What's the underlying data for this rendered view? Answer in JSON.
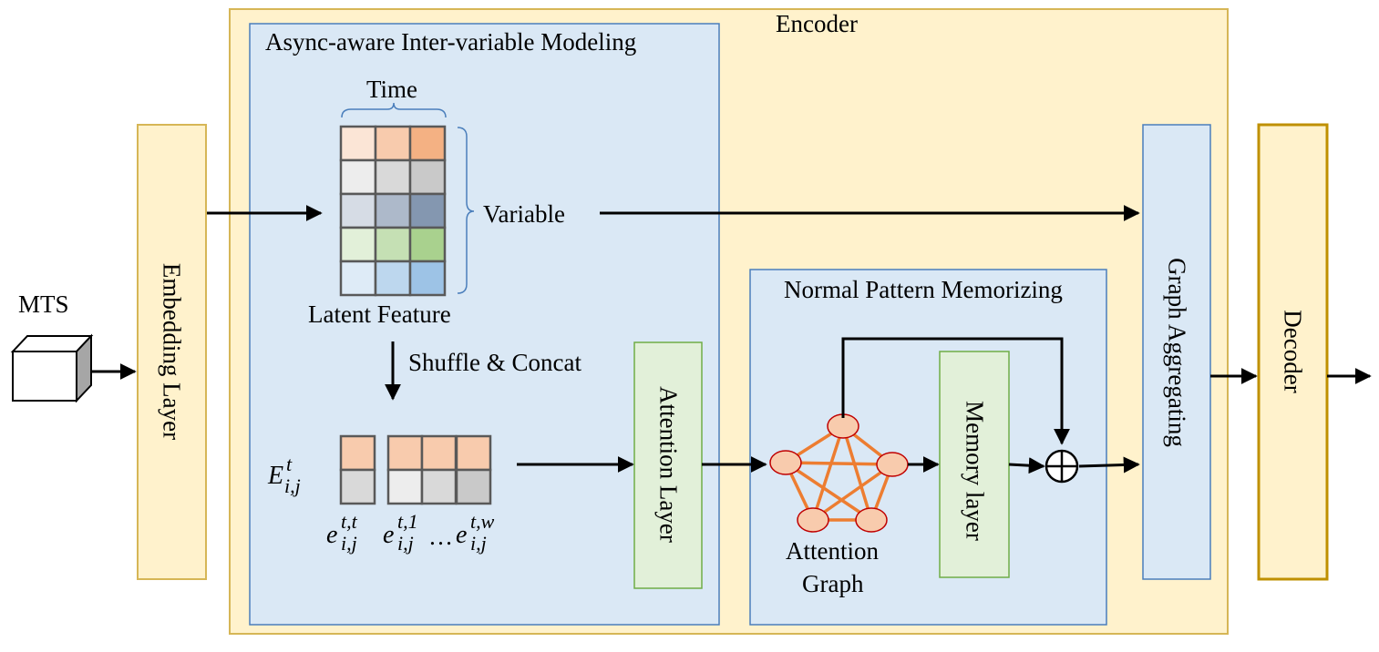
{
  "inputs": {
    "mts": "MTS"
  },
  "embedding": {
    "label": "Embedding  Layer"
  },
  "encoder": {
    "title": "Encoder",
    "async": {
      "title": "Async-aware Inter-variable  Modeling",
      "matrix": {
        "time_label": "Time",
        "variable_label": "Variable",
        "latent_label": "Latent  Feature",
        "cell_colors": [
          [
            "#fbe5d6",
            "#f8cbad",
            "#f4b183"
          ],
          [
            "#ededed",
            "#d9d9d9",
            "#c9c9c9"
          ],
          [
            "#d6dce5",
            "#adb9ca",
            "#8497b0"
          ],
          [
            "#e2f0d9",
            "#c5e0b4",
            "#a9d18e"
          ],
          [
            "#deebf7",
            "#bdd7ee",
            "#9dc3e6"
          ]
        ]
      },
      "shuffle_label": "Shuffle & Concat",
      "embedding_symbol": {
        "base": "E",
        "sup": "t",
        "sub": "i,j"
      },
      "vectors": {
        "top_color": "#f8cbad",
        "bottom_colors": [
          "#d9d9d9",
          "#ededed",
          "#d9d9d9",
          "#c9c9c9"
        ],
        "labels": {
          "first": {
            "base": "e",
            "sup": "t,t",
            "sub": "i,j"
          },
          "second": {
            "base": "e",
            "sup": "t,1",
            "sub": "i,j"
          },
          "ellipsis": "…",
          "third": {
            "base": "e",
            "sup": "t,w",
            "sub": "i,j"
          }
        }
      }
    },
    "attention_layer": {
      "label": "Attention  Layer"
    },
    "normal_pattern": {
      "title": "Normal Pattern Memorizing",
      "graph_label_line1": "Attention",
      "graph_label_line2": "Graph",
      "memory_label": "Memory layer"
    },
    "graph_aggregating": {
      "label": "Graph  Aggregating"
    }
  },
  "decoder": {
    "label": "Decoder"
  },
  "colors": {
    "encoder_fill": "#fff2cc",
    "encoder_border": "#d6b656",
    "panel_fill": "#dae8f5",
    "panel_border": "#4a7ebb",
    "green_fill": "#e2f0d9",
    "green_border": "#70ad47",
    "graph_node_fill": "#f8cbad",
    "graph_node_border": "#c00000",
    "graph_edge": "#ed7d31"
  }
}
